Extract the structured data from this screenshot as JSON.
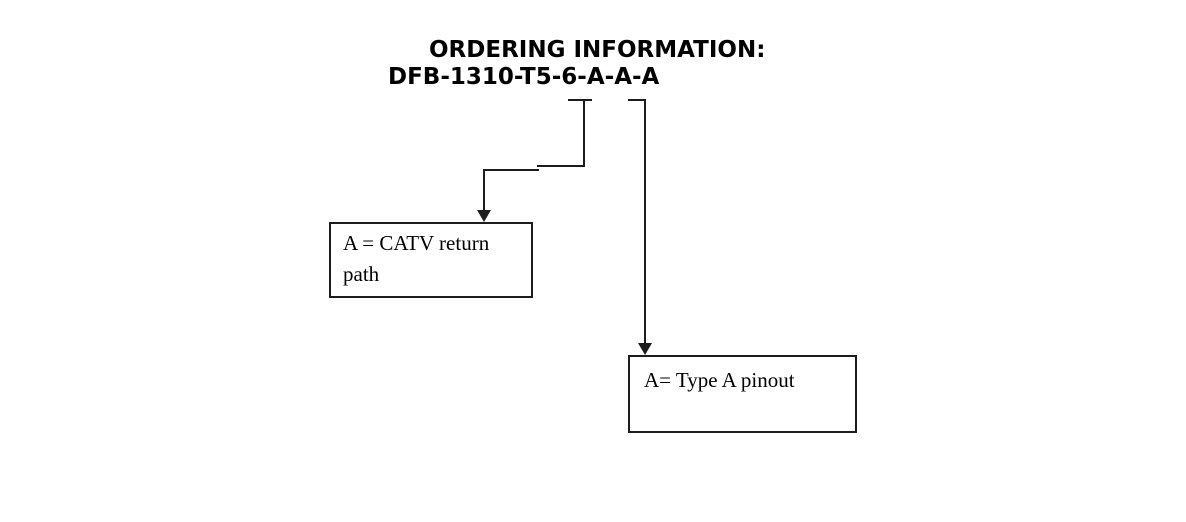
{
  "title": "ORDERING INFORMATION:",
  "part_number": "DFB-1310-T5-6-A-A-A",
  "callouts": [
    "A = CATV return path",
    "A= Type A pinout"
  ],
  "colors": {
    "background": "#ffffff",
    "line": "#1c1c1c",
    "text": "#000000"
  }
}
